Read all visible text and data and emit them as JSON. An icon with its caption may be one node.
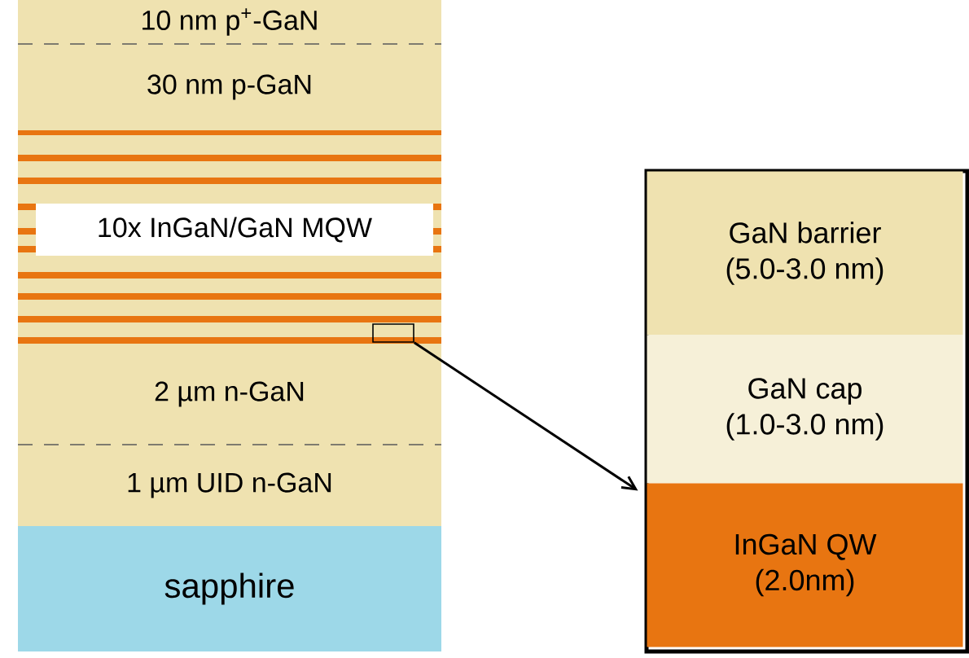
{
  "diagram": {
    "nodes": [
      {
        "text": [
          "10 nm p$^{+}$-GaN"
        ]
      },
      {
        "text": [
          "30 nm p-GaN"
        ]
      },
      {
        "text": [
          "10x InGaN/GaN MQW"
        ]
      },
      {
        "text": [
          "2 µm n-GaN"
        ]
      },
      {
        "text": [
          "1 µm UID n-GaN"
        ]
      },
      {
        "text": [
          "sapphire"
        ]
      },
      {
        "text": [],
        "shape": "box"
      },
      {
        "text": [],
        "shape": "box"
      },
      {
        "text": [
          "GaN barrier",
          "(5.0-3.0 nm)"
        ],
        "in": 7
      },
      {
        "text": [
          "GaN cap",
          "(1.0-3.0 nm)"
        ],
        "in": 7
      },
      {
        "text": [
          "InGaN QW",
          "(2.0nm)"
        ],
        "in": 7
      }
    ],
    "edges": [
      {
        "from": 6,
        "to": 7,
        "arrow": "to"
      }
    ]
  }
}
